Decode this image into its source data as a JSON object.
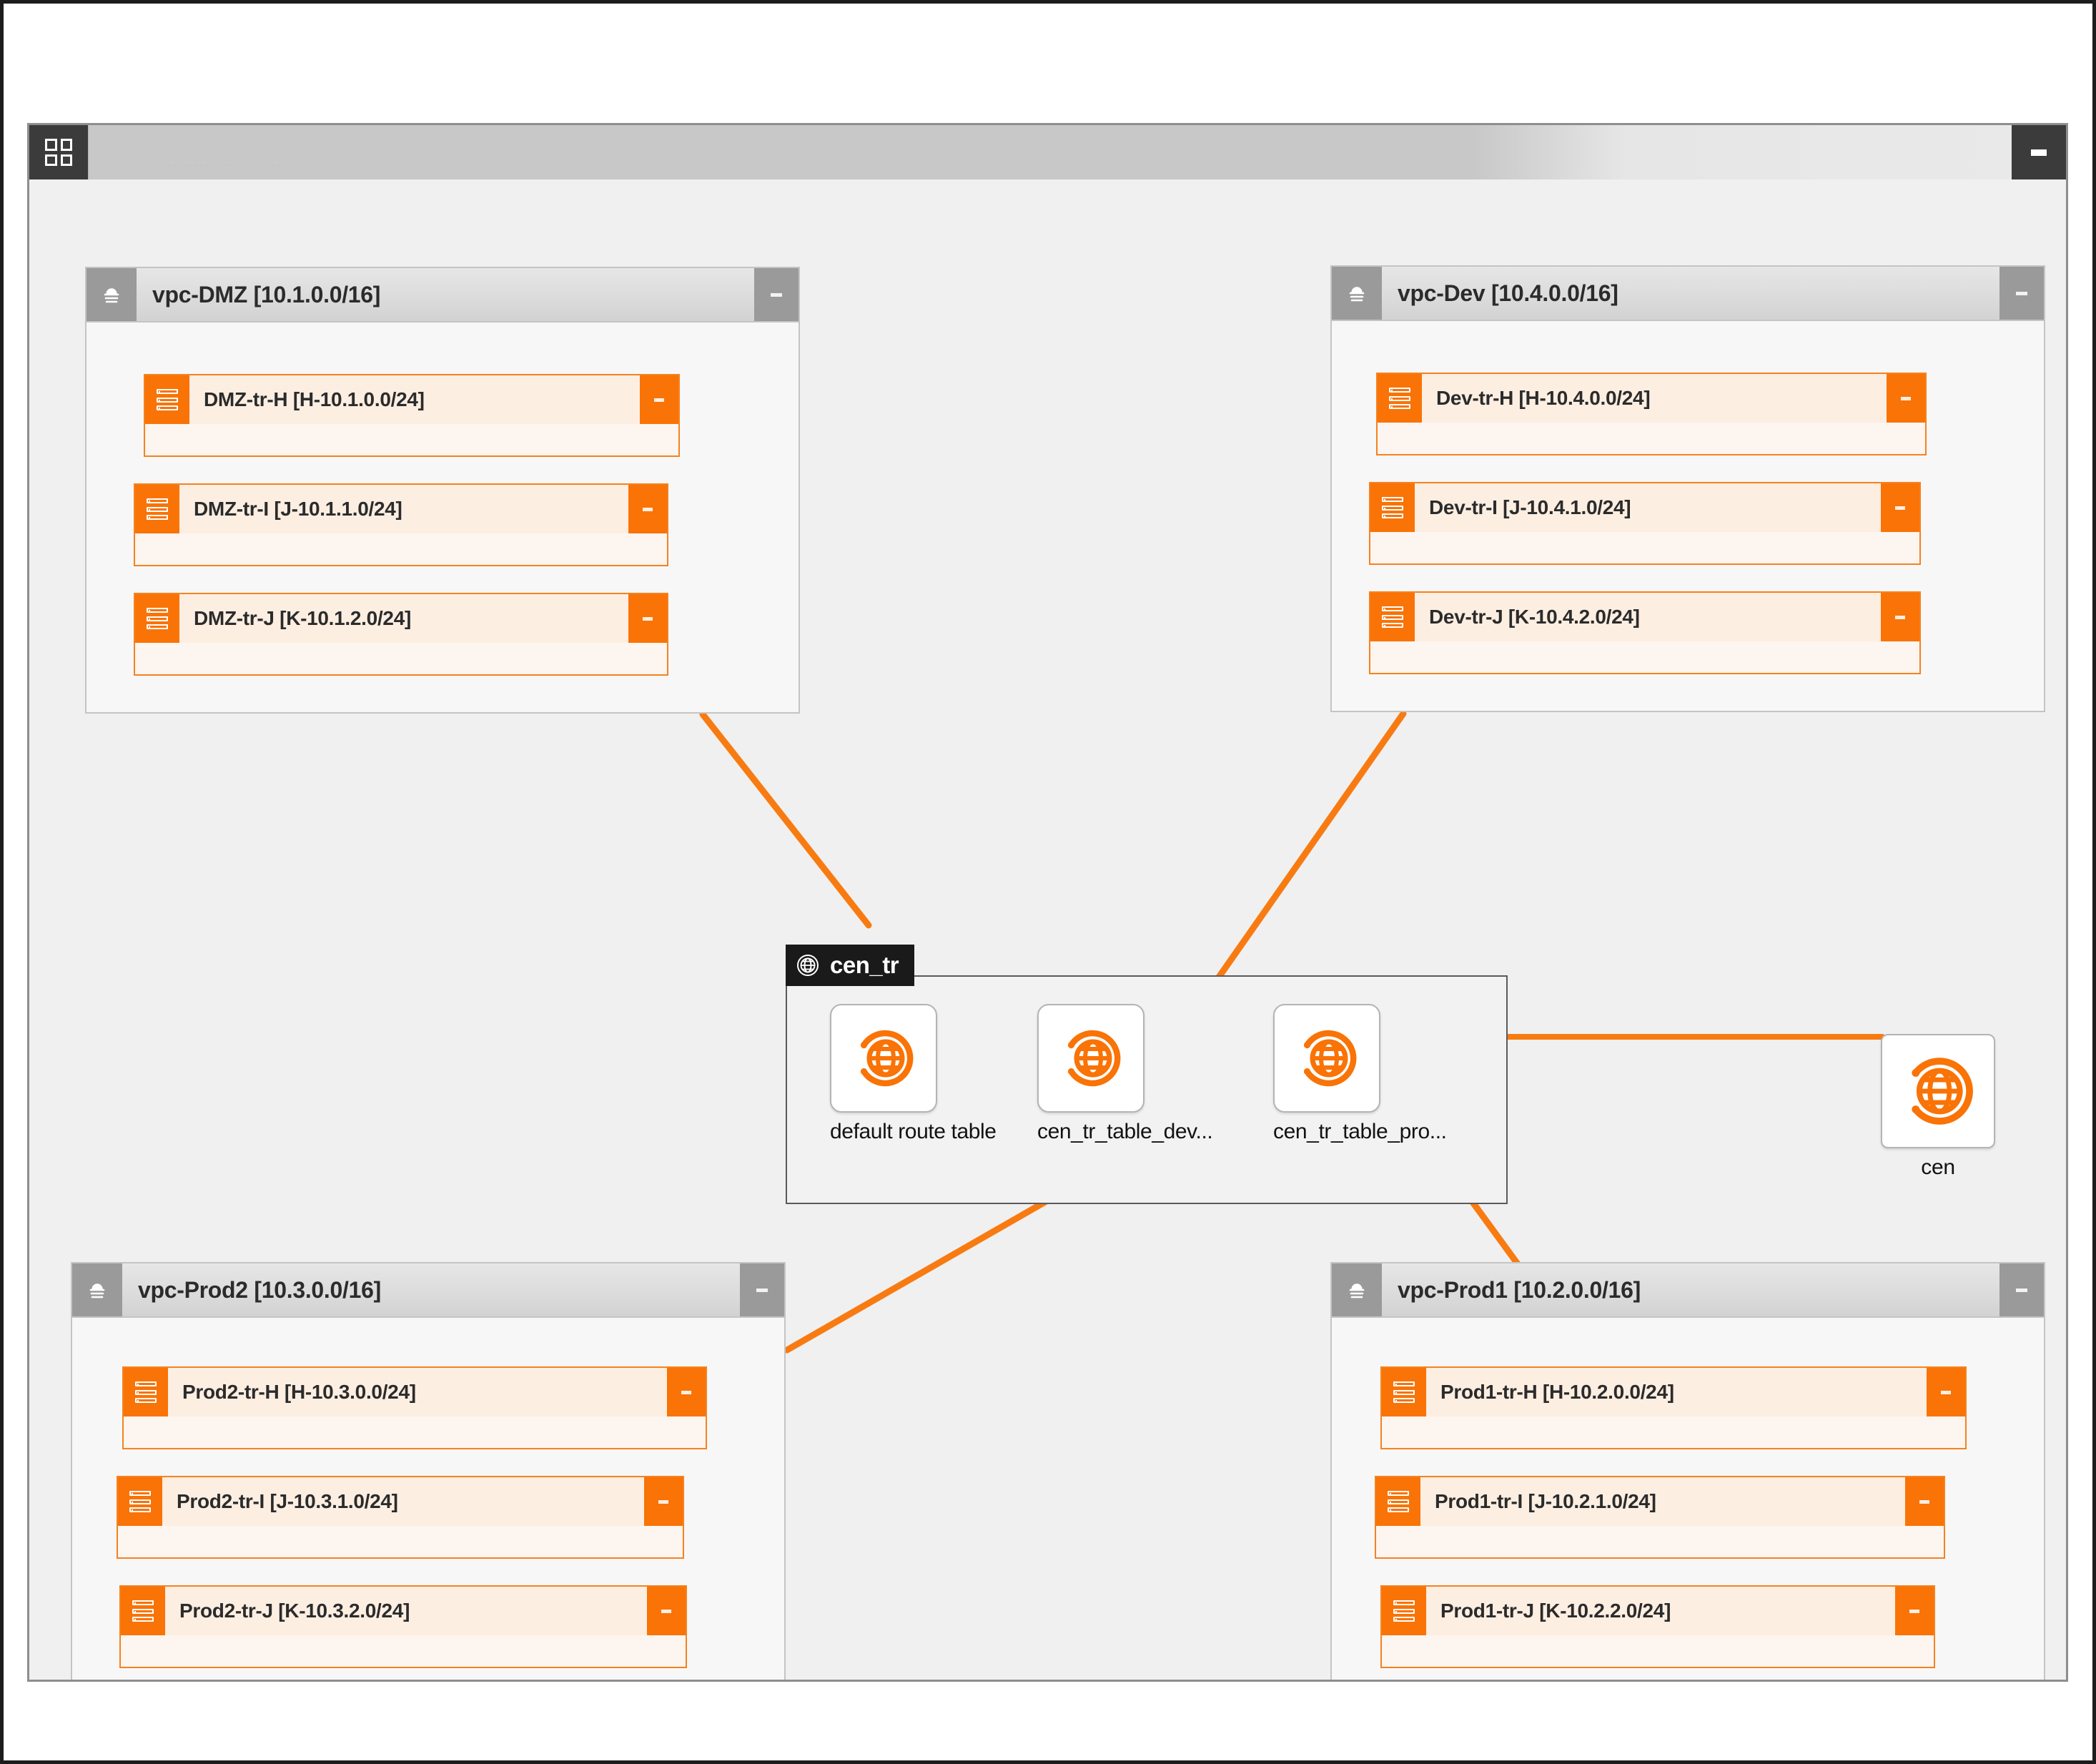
{
  "window": {
    "toolbar": {
      "grid_icon": "grid-apps-icon",
      "ghost_text": "- -- -----  -   -- - - -  --",
      "minimize_label": "-"
    }
  },
  "accent": {
    "orange": "#f97306",
    "orange_border": "#f58220",
    "subnet_fill": "#fdeee2",
    "subnet_body": "#fdf5ef",
    "vpc_header_gray": "#9a9a9a",
    "canvas_bg": "#f0f0f0",
    "edge_color": "#f87b12",
    "dark_chrome": "#3b3b3b"
  },
  "vpcs": [
    {
      "id": "vpc-dmz",
      "title": "vpc-DMZ [10.1.0.0/16]",
      "icon": "cloud-vpc-icon",
      "minimize_label": "-",
      "subnets": [
        {
          "title": "DMZ-tr-H [H-10.1.0.0/24]",
          "icon": "server-subnet-icon",
          "minimize_label": "-"
        },
        {
          "title": "DMZ-tr-I [J-10.1.1.0/24]",
          "icon": "server-subnet-icon",
          "minimize_label": "-"
        },
        {
          "title": "DMZ-tr-J [K-10.1.2.0/24]",
          "icon": "server-subnet-icon",
          "minimize_label": "-"
        }
      ]
    },
    {
      "id": "vpc-dev",
      "title": "vpc-Dev [10.4.0.0/16]",
      "icon": "cloud-vpc-icon",
      "minimize_label": "-",
      "subnets": [
        {
          "title": "Dev-tr-H [H-10.4.0.0/24]",
          "icon": "server-subnet-icon",
          "minimize_label": "-"
        },
        {
          "title": "Dev-tr-I [J-10.4.1.0/24]",
          "icon": "server-subnet-icon",
          "minimize_label": "-"
        },
        {
          "title": "Dev-tr-J [K-10.4.2.0/24]",
          "icon": "server-subnet-icon",
          "minimize_label": "-"
        }
      ]
    },
    {
      "id": "vpc-prod2",
      "title": "vpc-Prod2 [10.3.0.0/16]",
      "icon": "cloud-vpc-icon",
      "minimize_label": "-",
      "subnets": [
        {
          "title": "Prod2-tr-H [H-10.3.0.0/24]",
          "icon": "server-subnet-icon",
          "minimize_label": "-"
        },
        {
          "title": "Prod2-tr-I [J-10.3.1.0/24]",
          "icon": "server-subnet-icon",
          "minimize_label": "-"
        },
        {
          "title": "Prod2-tr-J [K-10.3.2.0/24]",
          "icon": "server-subnet-icon",
          "minimize_label": "-"
        }
      ]
    },
    {
      "id": "vpc-prod1",
      "title": "vpc-Prod1 [10.2.0.0/16]",
      "icon": "cloud-vpc-icon",
      "minimize_label": "-",
      "subnets": [
        {
          "title": "Prod1-tr-H [H-10.2.0.0/24]",
          "icon": "server-subnet-icon",
          "minimize_label": "-"
        },
        {
          "title": "Prod1-tr-I [J-10.2.1.0/24]",
          "icon": "server-subnet-icon",
          "minimize_label": "-"
        },
        {
          "title": "Prod1-tr-J [K-10.2.2.0/24]",
          "icon": "server-subnet-icon",
          "minimize_label": "-"
        }
      ]
    }
  ],
  "transit_router": {
    "title": "cen_tr",
    "icon": "globe-transit-router-icon",
    "route_tables": [
      {
        "label": "default route table",
        "icon": "globe-route-table-icon"
      },
      {
        "label": "cen_tr_table_dev...",
        "icon": "globe-route-table-icon"
      },
      {
        "label": "cen_tr_table_pro...",
        "icon": "globe-route-table-icon"
      }
    ]
  },
  "cen_node": {
    "label": "cen",
    "icon": "globe-cen-icon"
  },
  "edges": [
    {
      "from": "vpc-dmz",
      "to": "default route table"
    },
    {
      "from": "vpc-dev",
      "to": "cen_tr_table_dev..."
    },
    {
      "from": "vpc-prod2",
      "to": "cen_tr_table_pro..."
    },
    {
      "from": "vpc-prod1",
      "to": "cen_tr_table_pro..."
    },
    {
      "from": "cen_tr",
      "to": "cen"
    }
  ]
}
